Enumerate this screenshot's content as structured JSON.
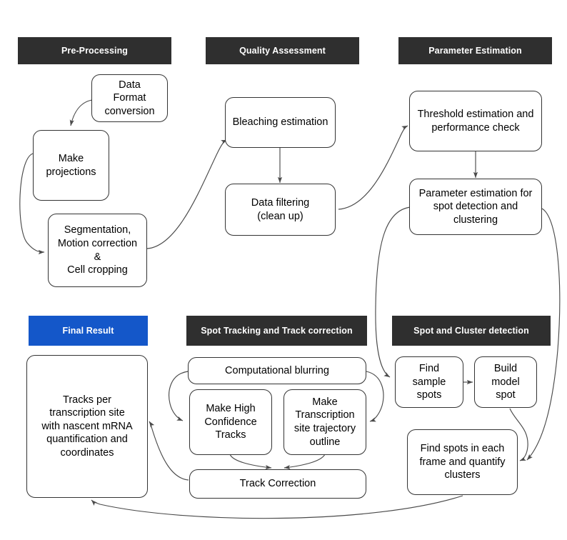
{
  "diagram": {
    "title": "Image analysis pipeline flowchart",
    "background": "#ffffff",
    "header_color": "#2f2f2f",
    "accent_color": "#1457c9",
    "border_color": "#333333"
  },
  "sections": [
    {
      "id": "pre-processing",
      "label": "Pre-Processing",
      "accent": false
    },
    {
      "id": "quality-assessment",
      "label": "Quality Assessment",
      "accent": false
    },
    {
      "id": "parameter-estimation",
      "label": "Parameter Estimation",
      "accent": false
    },
    {
      "id": "final-result",
      "label": "Final Result",
      "accent": true
    },
    {
      "id": "spot-tracking",
      "label": "Spot Tracking and Track correction",
      "accent": false
    },
    {
      "id": "spot-cluster-detection",
      "label": "Spot and Cluster detection",
      "accent": false
    }
  ],
  "nodes": [
    {
      "id": "data-format-conversion",
      "label": "Data\nFormat\nconversion"
    },
    {
      "id": "make-projections",
      "label": "Make\nprojections"
    },
    {
      "id": "segmentation-motion-correction",
      "label": "Segmentation,\nMotion correction\n&\nCell cropping"
    },
    {
      "id": "bleaching-estimation",
      "label": "Bleaching estimation"
    },
    {
      "id": "data-filtering",
      "label": "Data filtering\n(clean up)"
    },
    {
      "id": "threshold-estimation",
      "label": "Threshold estimation and\nperformance check"
    },
    {
      "id": "parameter-estimation-spot",
      "label": "Parameter estimation for\nspot detection and\nclustering"
    },
    {
      "id": "tracks-per-transcription-site",
      "label": "Tracks per\ntranscription site\nwith nascent mRNA\nquantification and\ncoordinates"
    },
    {
      "id": "computational-blurring",
      "label": "Computational blurring"
    },
    {
      "id": "make-high-confidence-tracks",
      "label": "Make High\nConfidence\nTracks"
    },
    {
      "id": "make-transcription-site-trajectory",
      "label": "Make\nTranscription\nsite trajectory\noutline"
    },
    {
      "id": "track-correction",
      "label": "Track Correction"
    },
    {
      "id": "find-sample-spots",
      "label": "Find\nsample\nspots"
    },
    {
      "id": "build-model-spot",
      "label": "Build\nmodel\nspot"
    },
    {
      "id": "find-spots-quantify-clusters",
      "label": "Find spots in each\nframe and quantify\nclusters"
    }
  ],
  "connections": [
    {
      "from": "data-format-conversion",
      "to": "make-projections"
    },
    {
      "from": "make-projections",
      "to": "segmentation-motion-correction"
    },
    {
      "from": "segmentation-motion-correction",
      "to": "bleaching-estimation"
    },
    {
      "from": "bleaching-estimation",
      "to": "data-filtering"
    },
    {
      "from": "data-filtering",
      "to": "threshold-estimation"
    },
    {
      "from": "threshold-estimation",
      "to": "parameter-estimation-spot"
    },
    {
      "from": "parameter-estimation-spot",
      "to": "find-sample-spots"
    },
    {
      "from": "parameter-estimation-spot",
      "to": "find-spots-quantify-clusters"
    },
    {
      "from": "find-sample-spots",
      "to": "build-model-spot"
    },
    {
      "from": "build-model-spot",
      "to": "find-spots-quantify-clusters"
    },
    {
      "from": "find-spots-quantify-clusters",
      "to": "tracks-per-transcription-site"
    },
    {
      "from": "computational-blurring",
      "to": "make-high-confidence-tracks"
    },
    {
      "from": "computational-blurring",
      "to": "make-transcription-site-trajectory"
    },
    {
      "from": "make-high-confidence-tracks",
      "to": "track-correction"
    },
    {
      "from": "make-transcription-site-trajectory",
      "to": "track-correction"
    },
    {
      "from": "track-correction",
      "to": "tracks-per-transcription-site"
    }
  ]
}
